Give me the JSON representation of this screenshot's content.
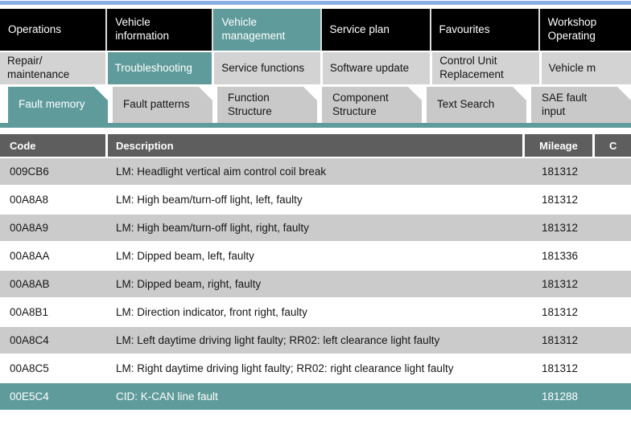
{
  "colors": {
    "accent_teal": "#5f9b9b",
    "top_strip_blue": "#8aafe0",
    "menu_bar_bg": "#000000",
    "submenu_item_bg": "#d3d3d3",
    "tab_bg": "#c9c9c9",
    "table_header_bg": "#5e5e5e",
    "row_stripe": "#cbcbcb",
    "selected_row_bg": "#5f9b9b"
  },
  "primary_menu": {
    "items": [
      {
        "label": "Operations",
        "active": false
      },
      {
        "label": "Vehicle information",
        "active": false
      },
      {
        "label": "Vehicle\nmanagement",
        "active": true
      },
      {
        "label": "Service plan",
        "active": false
      },
      {
        "label": "Favourites",
        "active": false
      },
      {
        "label": "Workshop\nOperating",
        "active": false
      }
    ]
  },
  "secondary_menu": {
    "items": [
      {
        "label": "Repair/\nmaintenance",
        "active": false
      },
      {
        "label": "Troubleshooting",
        "active": true
      },
      {
        "label": "Service functions",
        "active": false
      },
      {
        "label": "Software update",
        "active": false
      },
      {
        "label": "Control Unit\nReplacement",
        "active": false
      },
      {
        "label": "Vehicle m",
        "active": false
      }
    ]
  },
  "tabs": {
    "items": [
      {
        "label": "Fault memory",
        "active": true
      },
      {
        "label": "Fault patterns",
        "active": false
      },
      {
        "label": "Function\nStructure",
        "active": false
      },
      {
        "label": "Component\nStructure",
        "active": false
      },
      {
        "label": "Text Search",
        "active": false
      },
      {
        "label": "SAE fault\ninput",
        "active": false
      }
    ]
  },
  "fault_table": {
    "columns": [
      {
        "label": "Code"
      },
      {
        "label": "Description"
      },
      {
        "label": "Mileage"
      },
      {
        "label": "C"
      }
    ],
    "rows": [
      {
        "code": "009CB6",
        "description": "LM: Headlight vertical aim control coil break",
        "mileage": "181312",
        "selected": false
      },
      {
        "code": "00A8A8",
        "description": "LM: High beam/turn-off light, left, faulty",
        "mileage": "181312",
        "selected": false
      },
      {
        "code": "00A8A9",
        "description": "LM: High beam/turn-off light, right, faulty",
        "mileage": "181312",
        "selected": false
      },
      {
        "code": "00A8AA",
        "description": "LM: Dipped beam, left, faulty",
        "mileage": "181336",
        "selected": false
      },
      {
        "code": "00A8AB",
        "description": "LM: Dipped beam, right, faulty",
        "mileage": "181312",
        "selected": false
      },
      {
        "code": "00A8B1",
        "description": "LM: Direction indicator, front right, faulty",
        "mileage": "181312",
        "selected": false
      },
      {
        "code": "00A8C4",
        "description": "LM: Left daytime driving light faulty; RR02: left clearance light faulty",
        "mileage": "181312",
        "selected": false
      },
      {
        "code": "00A8C5",
        "description": "LM: Right daytime driving light faulty; RR02: right clearance light faulty",
        "mileage": "181312",
        "selected": false
      },
      {
        "code": "00E5C4",
        "description": "CID: K-CAN line fault",
        "mileage": "181288",
        "selected": true
      }
    ]
  }
}
